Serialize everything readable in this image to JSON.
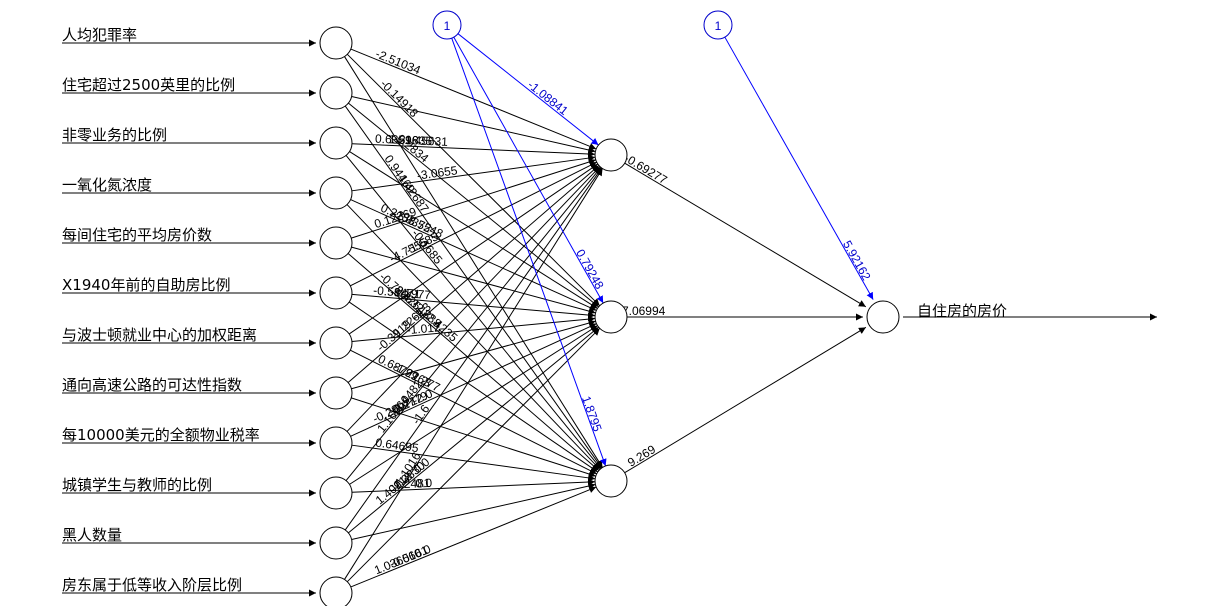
{
  "inputs": [
    "人均犯罪率",
    "住宅超过2500英里的比例",
    "非零业务的比例",
    "一氧化氮浓度",
    "每间住宅的平均房价数",
    "X1940年前的自助房比例",
    "与波士顿就业中心的加权距离",
    "通向高速公路的可达性指数",
    "每10000美元的全额物业税率",
    "城镇学生与教师的比例",
    "黑人数量",
    "房东属于低等收入阶层比例"
  ],
  "output_label": "自住房的房价",
  "bias_label": "1",
  "input_to_hidden_weights": [
    [
      "-2.51034",
      "0.2834",
      "-0.1685",
      "-3.0655"
    ],
    [
      "-0.14918",
      "1.42687",
      "-1.45631",
      ""
    ],
    [
      "0.94469",
      "1.61835",
      "3.5548",
      "-2.4235"
    ],
    [
      "0.63596",
      "-2.0372",
      "-2.288",
      ""
    ],
    [
      "0.2158",
      "2.42548",
      "-1.685",
      ""
    ],
    [
      "-0.79063",
      "-4.7555",
      "-1.012",
      ""
    ],
    [
      "0.12369",
      "-1.1977",
      "2.277",
      ""
    ],
    [
      "-0.58471",
      "-1.2163",
      "-1.3",
      ""
    ],
    [
      "0.68799",
      "-1.2261",
      "-2.0"
    ],
    [
      "-0.3919",
      "-0.2779",
      "0.0"
    ],
    [
      "-0.28971",
      "-1.2481",
      "-1.6"
    ],
    [
      "0.64695",
      "-1.0482",
      "0.0"
    ],
    [
      "1.16964",
      "-1.3330",
      "0.0"
    ],
    [
      "1.40918",
      "-0.5161",
      ""
    ],
    [
      "1.03606",
      "-1.1016",
      ""
    ]
  ],
  "hidden_bias_weights": [
    "-1.08841",
    "0.79248",
    "1.8795"
  ],
  "hidden_to_output_weights": [
    "-0.69277",
    "7.06994",
    "9.269"
  ],
  "output_bias_weight": "5.92162",
  "colors": {
    "edge": "#000000",
    "bias_edge": "#0000ff",
    "bias_text": "#0000cc"
  }
}
